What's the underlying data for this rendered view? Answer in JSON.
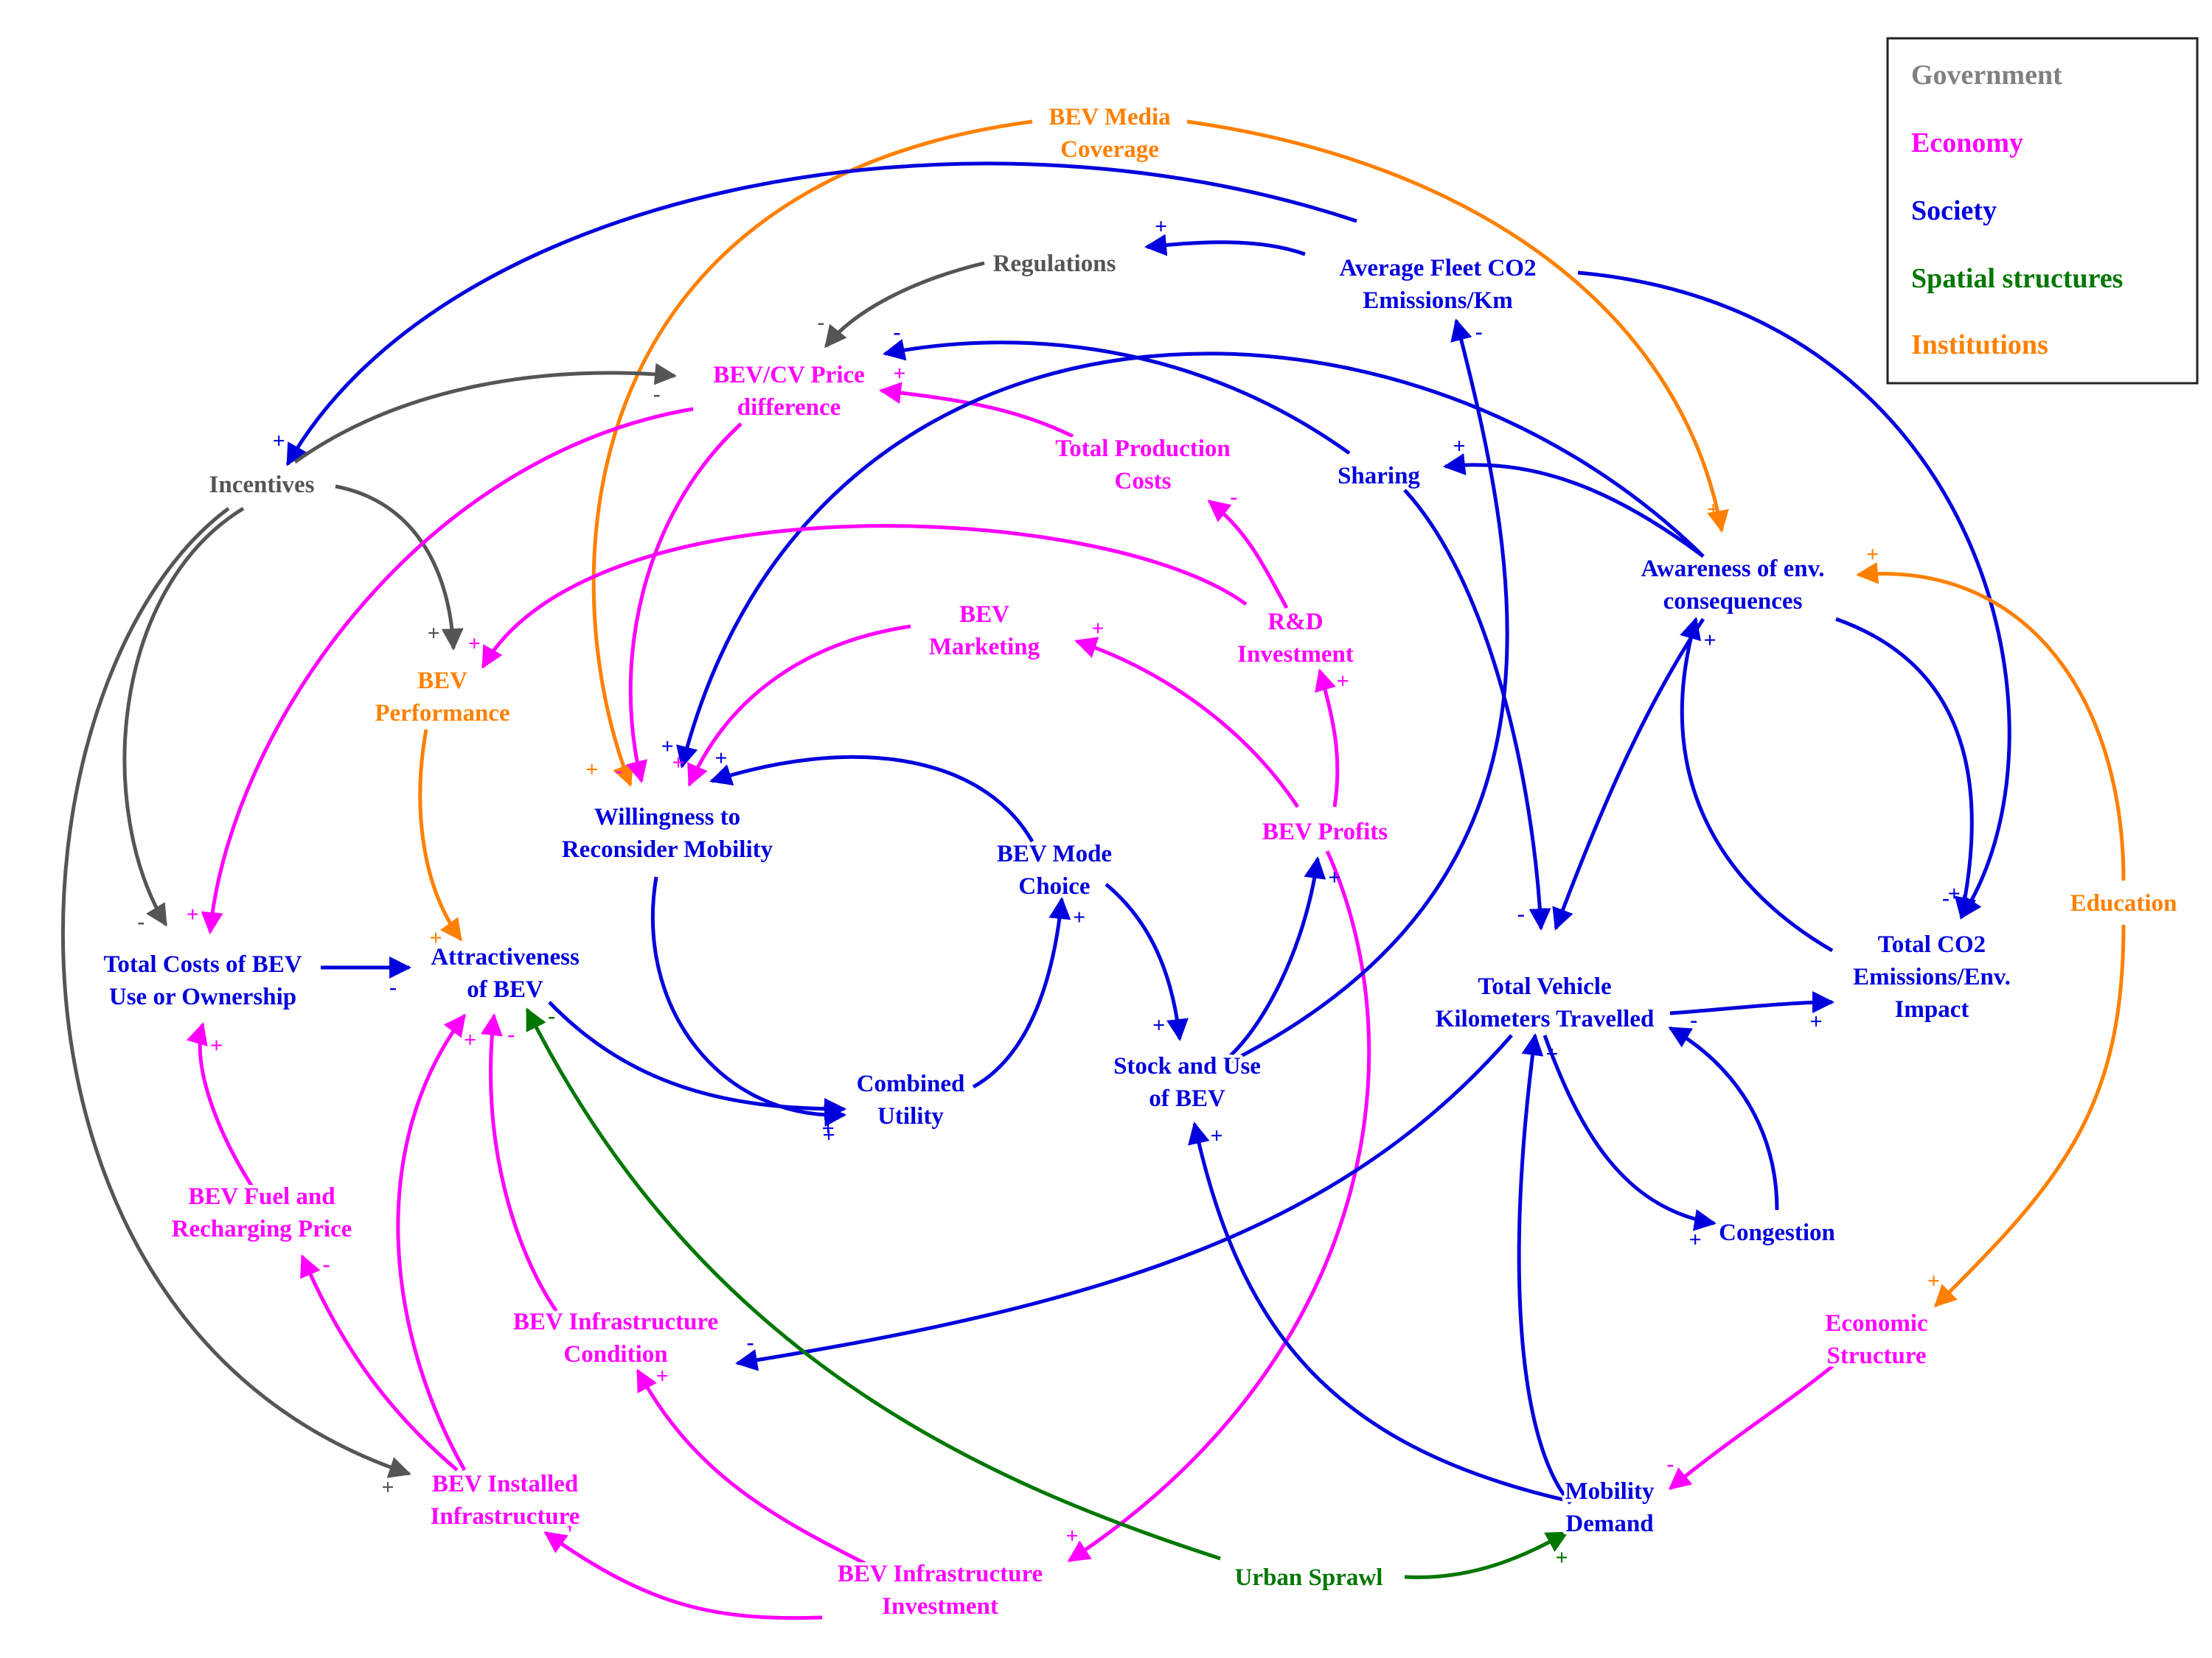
{
  "colors": {
    "government": "#555555",
    "economy": "#ff00ff",
    "society": "#0000dd",
    "spatial": "#007700",
    "institutions": "#ff8000"
  },
  "legend": [
    "Government",
    "Economy",
    "Society",
    "Spatial structures",
    "Institutions"
  ],
  "nodes": {
    "media": {
      "lines": [
        "BEV Media",
        "Coverage"
      ],
      "cat": "institutions"
    },
    "regs": {
      "lines": [
        "Regulations"
      ],
      "cat": "government"
    },
    "co2km": {
      "lines": [
        "Average Fleet CO2",
        "Emissions/Km"
      ],
      "cat": "society"
    },
    "price": {
      "lines": [
        "BEV/CV Price",
        "difference"
      ],
      "cat": "economy"
    },
    "prodcost": {
      "lines": [
        "Total Production",
        "Costs"
      ],
      "cat": "economy"
    },
    "sharing": {
      "lines": [
        "Sharing"
      ],
      "cat": "society"
    },
    "incentives": {
      "lines": [
        "Incentives"
      ],
      "cat": "government"
    },
    "awareness": {
      "lines": [
        "Awareness of env.",
        "consequences"
      ],
      "cat": "society"
    },
    "marketing": {
      "lines": [
        "BEV",
        "Marketing"
      ],
      "cat": "economy"
    },
    "rd": {
      "lines": [
        "R&D",
        "Investment"
      ],
      "cat": "economy"
    },
    "performance": {
      "lines": [
        "BEV",
        "Performance"
      ],
      "cat": "institutions"
    },
    "willingness": {
      "lines": [
        "Willingness to",
        "Reconsider Mobility"
      ],
      "cat": "society"
    },
    "modechoice": {
      "lines": [
        "BEV Mode",
        "Choice"
      ],
      "cat": "society"
    },
    "profits": {
      "lines": [
        "BEV Profits"
      ],
      "cat": "economy"
    },
    "education": {
      "lines": [
        "Education"
      ],
      "cat": "institutions"
    },
    "totalcosts": {
      "lines": [
        "Total Costs of BEV",
        "Use or Ownership"
      ],
      "cat": "society"
    },
    "attract": {
      "lines": [
        "Attractiveness",
        "of BEV"
      ],
      "cat": "society"
    },
    "totalco2": {
      "lines": [
        "Total CO2",
        "Emissions/Env.",
        "Impact"
      ],
      "cat": "society"
    },
    "vkt": {
      "lines": [
        "Total Vehicle",
        "Kilometers Travelled"
      ],
      "cat": "society"
    },
    "utility": {
      "lines": [
        "Combined",
        "Utility"
      ],
      "cat": "society"
    },
    "stock": {
      "lines": [
        "Stock and Use",
        "of BEV"
      ],
      "cat": "society"
    },
    "fuel": {
      "lines": [
        "BEV Fuel and",
        "Recharging Price"
      ],
      "cat": "economy"
    },
    "congestion": {
      "lines": [
        "Congestion"
      ],
      "cat": "society"
    },
    "infracond": {
      "lines": [
        "BEV Infrastructure",
        "Condition"
      ],
      "cat": "economy"
    },
    "econstruct": {
      "lines": [
        "Economic",
        "Structure"
      ],
      "cat": "economy"
    },
    "installed": {
      "lines": [
        "BEV Installed",
        "Infrastructure"
      ],
      "cat": "economy"
    },
    "mobdemand": {
      "lines": [
        "Mobility",
        "Demand"
      ],
      "cat": "society"
    },
    "infrainv": {
      "lines": [
        "BEV Infrastructure",
        "Investment"
      ],
      "cat": "economy"
    },
    "sprawl": {
      "lines": [
        "Urban Sprawl"
      ],
      "cat": "spatial"
    }
  },
  "links": [
    {
      "from": "media",
      "to": "willingness",
      "sign": "+",
      "cat": "institutions"
    },
    {
      "from": "media",
      "to": "awareness",
      "sign": "+",
      "cat": "institutions"
    },
    {
      "from": "co2km",
      "to": "incentives",
      "sign": "+",
      "cat": "society"
    },
    {
      "from": "co2km",
      "to": "regs",
      "sign": "+",
      "cat": "society"
    },
    {
      "from": "co2km",
      "to": "totalco2",
      "sign": "+",
      "cat": "society"
    },
    {
      "from": "regs",
      "to": "price",
      "sign": "-",
      "cat": "government"
    },
    {
      "from": "incentives",
      "to": "price",
      "sign": "-",
      "cat": "government"
    },
    {
      "from": "incentives",
      "to": "performance",
      "sign": "+",
      "cat": "government"
    },
    {
      "from": "incentives",
      "to": "totalcosts",
      "sign": "-",
      "cat": "government"
    },
    {
      "from": "incentives",
      "to": "installed",
      "sign": "+",
      "cat": "government"
    },
    {
      "from": "prodcost",
      "to": "price",
      "sign": "+",
      "cat": "economy"
    },
    {
      "from": "sharing",
      "to": "price",
      "sign": "-",
      "cat": "society"
    },
    {
      "from": "sharing",
      "to": "vkt",
      "sign": "-",
      "cat": "society"
    },
    {
      "from": "awareness",
      "to": "sharing",
      "sign": "+",
      "cat": "society"
    },
    {
      "from": "awareness",
      "to": "willingness",
      "sign": "+",
      "cat": "society"
    },
    {
      "from": "awareness",
      "to": "vkt",
      "sign": "-",
      "cat": "society"
    },
    {
      "from": "awareness",
      "to": "totalco2",
      "sign": "-",
      "cat": "society"
    },
    {
      "from": "totalco2",
      "to": "awareness",
      "sign": "+",
      "cat": "society"
    },
    {
      "from": "education",
      "to": "awareness",
      "sign": "+",
      "cat": "institutions"
    },
    {
      "from": "education",
      "to": "econstruct",
      "sign": "+",
      "cat": "institutions"
    },
    {
      "from": "price",
      "to": "totalcosts",
      "sign": "+",
      "cat": "economy"
    },
    {
      "from": "price",
      "to": "willingness",
      "sign": "-",
      "cat": "economy"
    },
    {
      "from": "rd",
      "to": "prodcost",
      "sign": "-",
      "cat": "economy"
    },
    {
      "from": "rd",
      "to": "performance",
      "sign": "+",
      "cat": "economy"
    },
    {
      "from": "marketing",
      "to": "willingness",
      "sign": "+",
      "cat": "economy"
    },
    {
      "from": "profits",
      "to": "rd",
      "sign": "+",
      "cat": "economy"
    },
    {
      "from": "profits",
      "to": "marketing",
      "sign": "+",
      "cat": "economy"
    },
    {
      "from": "profits",
      "to": "infrainv",
      "sign": "+",
      "cat": "economy"
    },
    {
      "from": "performance",
      "to": "attract",
      "sign": "+",
      "cat": "institutions"
    },
    {
      "from": "modechoice",
      "to": "willingness",
      "sign": "+",
      "cat": "society"
    },
    {
      "from": "modechoice",
      "to": "stock",
      "sign": "+",
      "cat": "society"
    },
    {
      "from": "willingness",
      "to": "utility",
      "sign": "+",
      "cat": "society"
    },
    {
      "from": "utility",
      "to": "modechoice",
      "sign": "+",
      "cat": "society"
    },
    {
      "from": "attract",
      "to": "utility",
      "sign": "+",
      "cat": "society"
    },
    {
      "from": "totalcosts",
      "to": "attract",
      "sign": "-",
      "cat": "society"
    },
    {
      "from": "stock",
      "to": "profits",
      "sign": "+",
      "cat": "society"
    },
    {
      "from": "stock",
      "to": "co2km",
      "sign": "-",
      "cat": "society"
    },
    {
      "from": "fuel",
      "to": "totalcosts",
      "sign": "+",
      "cat": "economy"
    },
    {
      "from": "installed",
      "to": "fuel",
      "sign": "-",
      "cat": "economy"
    },
    {
      "from": "installed",
      "to": "attract",
      "sign": "+",
      "cat": "economy"
    },
    {
      "from": "infracond",
      "to": "attract",
      "sign": "-",
      "cat": "economy"
    },
    {
      "from": "infrainv",
      "to": "infracond",
      "sign": "+",
      "cat": "economy"
    },
    {
      "from": "infrainv",
      "to": "installed",
      "sign": "+",
      "cat": "economy"
    },
    {
      "from": "vkt",
      "to": "totalco2",
      "sign": "+",
      "cat": "society"
    },
    {
      "from": "vkt",
      "to": "congestion",
      "sign": "+",
      "cat": "society"
    },
    {
      "from": "vkt",
      "to": "infracond",
      "sign": "-",
      "cat": "society"
    },
    {
      "from": "congestion",
      "to": "vkt",
      "sign": "-",
      "cat": "society"
    },
    {
      "from": "mobdemand",
      "to": "vkt",
      "sign": "+",
      "cat": "society"
    },
    {
      "from": "mobdemand",
      "to": "stock",
      "sign": "+",
      "cat": "society"
    },
    {
      "from": "econstruct",
      "to": "mobdemand",
      "sign": "-",
      "cat": "economy"
    },
    {
      "from": "sprawl",
      "to": "mobdemand",
      "sign": "+",
      "cat": "spatial"
    },
    {
      "from": "sprawl",
      "to": "attract",
      "sign": "-",
      "cat": "spatial"
    }
  ]
}
